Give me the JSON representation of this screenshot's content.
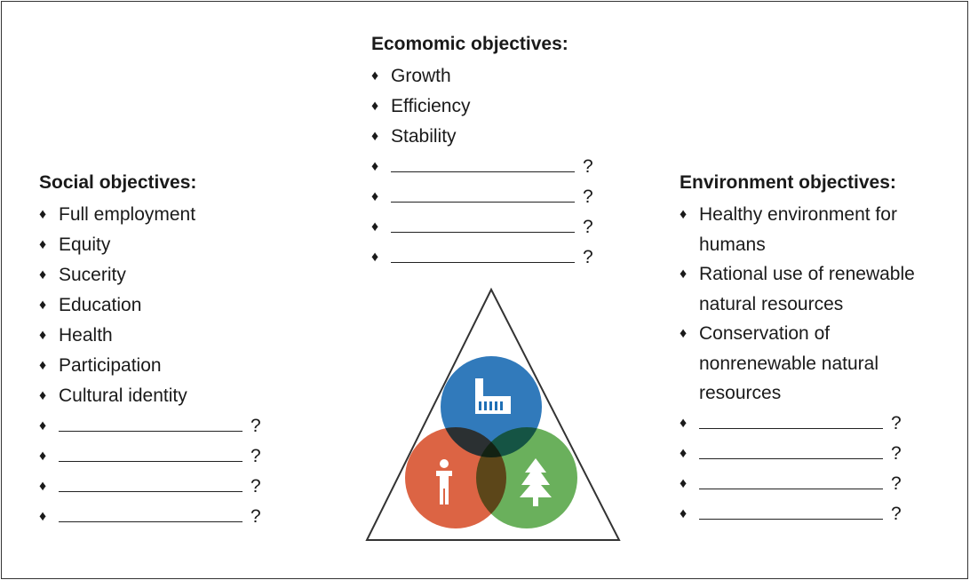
{
  "economic": {
    "heading": "Ecomomic objectives:",
    "items": [
      "Growth",
      "Efficiency",
      "Stability"
    ],
    "blank_marks": [
      "?",
      "?",
      "?",
      "?"
    ]
  },
  "social": {
    "heading": "Social objectives:",
    "items": [
      "Full employment",
      "Equity",
      "Sucerity",
      "Education",
      "Health",
      "Participation",
      "Cultural identity"
    ],
    "blank_marks": [
      "?",
      "?",
      "?",
      "?"
    ]
  },
  "environment": {
    "heading": "Environment objectives:",
    "items": [
      "Healthy environment for humans",
      "Rational use of renewable natural resources",
      "Conservation of nonrenewable natural resources"
    ],
    "blank_marks": [
      "?",
      "?",
      "?",
      "?"
    ]
  },
  "diagram": {
    "colors": {
      "economic": "#1f6fb5",
      "social": "#d9532f",
      "environment": "#5aa84a"
    },
    "icons": [
      "factory-icon",
      "person-icon",
      "tree-icon"
    ]
  }
}
